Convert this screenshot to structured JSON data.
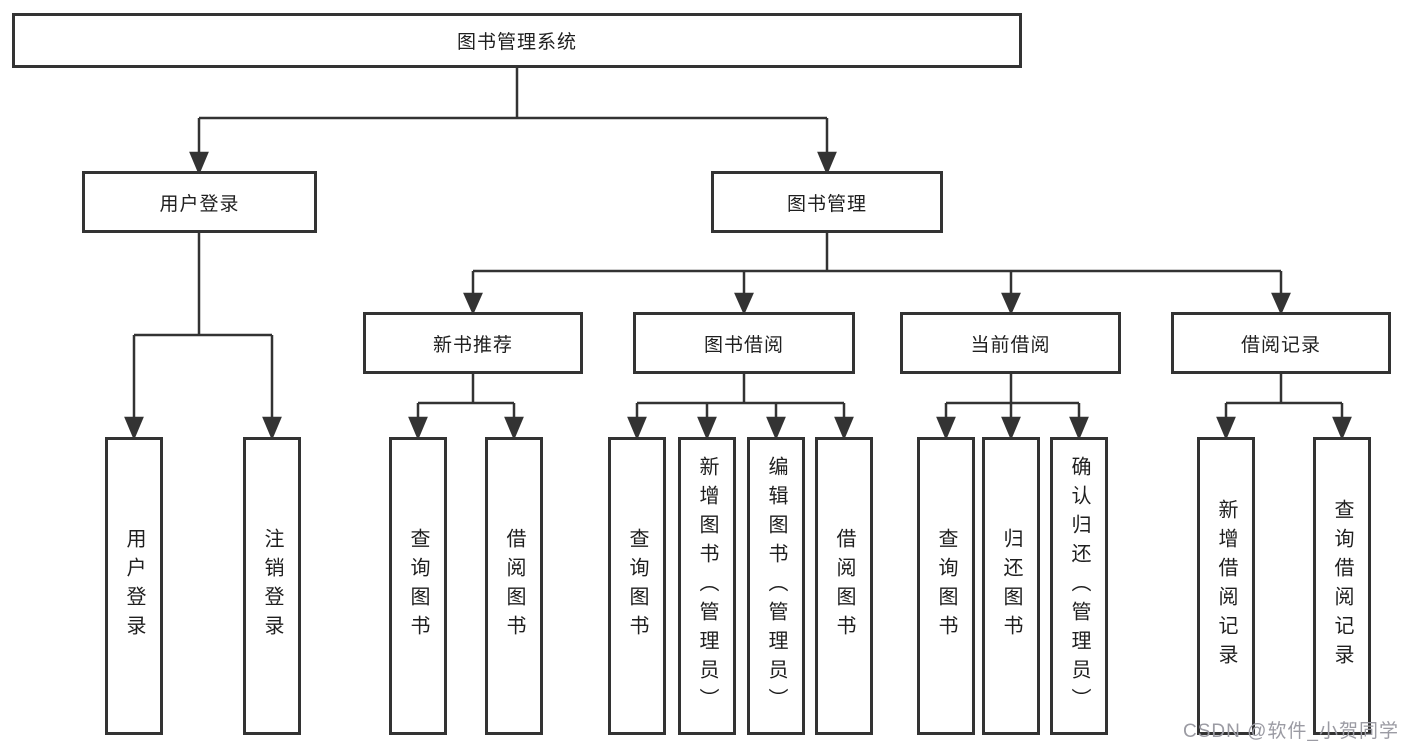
{
  "tree": {
    "root": "图书管理系统",
    "user": {
      "label": "用户登录",
      "leaves": [
        "用户登录",
        "注销登录"
      ]
    },
    "book": {
      "label": "图书管理",
      "groups": [
        {
          "label": "新书推荐",
          "leaves": [
            "查询图书",
            "借阅图书"
          ]
        },
        {
          "label": "图书借阅",
          "leaves": [
            "查询图书",
            "新增图书（管理员）",
            "编辑图书（管理员）",
            "借阅图书"
          ]
        },
        {
          "label": "当前借阅",
          "leaves": [
            "查询图书",
            "归还图书",
            "确认归还（管理员）"
          ]
        },
        {
          "label": "借阅记录",
          "leaves": [
            "新增借阅记录",
            "查询借阅记录"
          ]
        }
      ]
    }
  },
  "watermark": "CSDN @软件_小贺同学",
  "colors": {
    "line": "#333333",
    "text": "#1f1f1f",
    "watermark": "#9b9ba3",
    "background": "#ffffff"
  }
}
